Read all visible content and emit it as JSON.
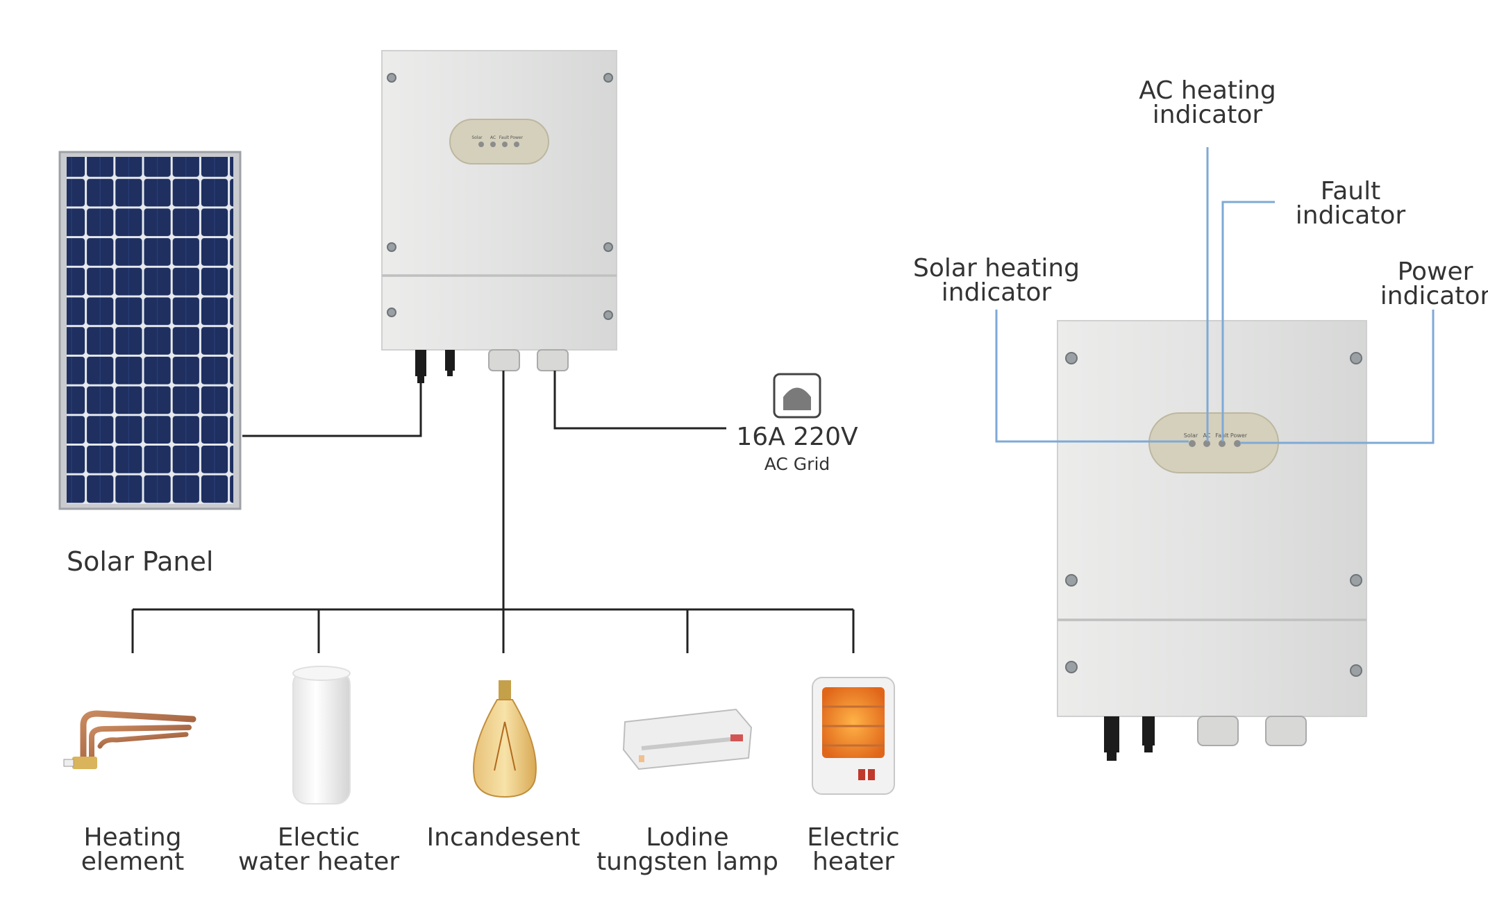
{
  "solar_panel": {
    "label": "Solar Panel"
  },
  "controller_panel": {
    "led_labels": [
      "Solar",
      "AC",
      "Fault",
      "Power"
    ]
  },
  "ac_grid": {
    "rating": "16A 220V",
    "name": "AC Grid"
  },
  "loads": [
    {
      "line1": "Heating",
      "line2": "element"
    },
    {
      "line1": "Electic",
      "line2": "water heater"
    },
    {
      "line1": "Incandesent",
      "line2": ""
    },
    {
      "line1": "Lodine",
      "line2": "tungsten lamp"
    },
    {
      "line1": "Electric",
      "line2": "heater"
    }
  ],
  "indicators": {
    "ac_heating": {
      "line1": "AC heating",
      "line2": "indicator"
    },
    "fault": {
      "line1": "Fault",
      "line2": "indicator"
    },
    "solar_heating": {
      "line1": "Solar heating",
      "line2": "indicator"
    },
    "power": {
      "line1": "Power",
      "line2": "indicator"
    }
  },
  "colors": {
    "wire": "#222222",
    "callout": "#7ea9d6",
    "enclosure": "#e3e4e3",
    "panel_cell": "#1d2f63"
  }
}
